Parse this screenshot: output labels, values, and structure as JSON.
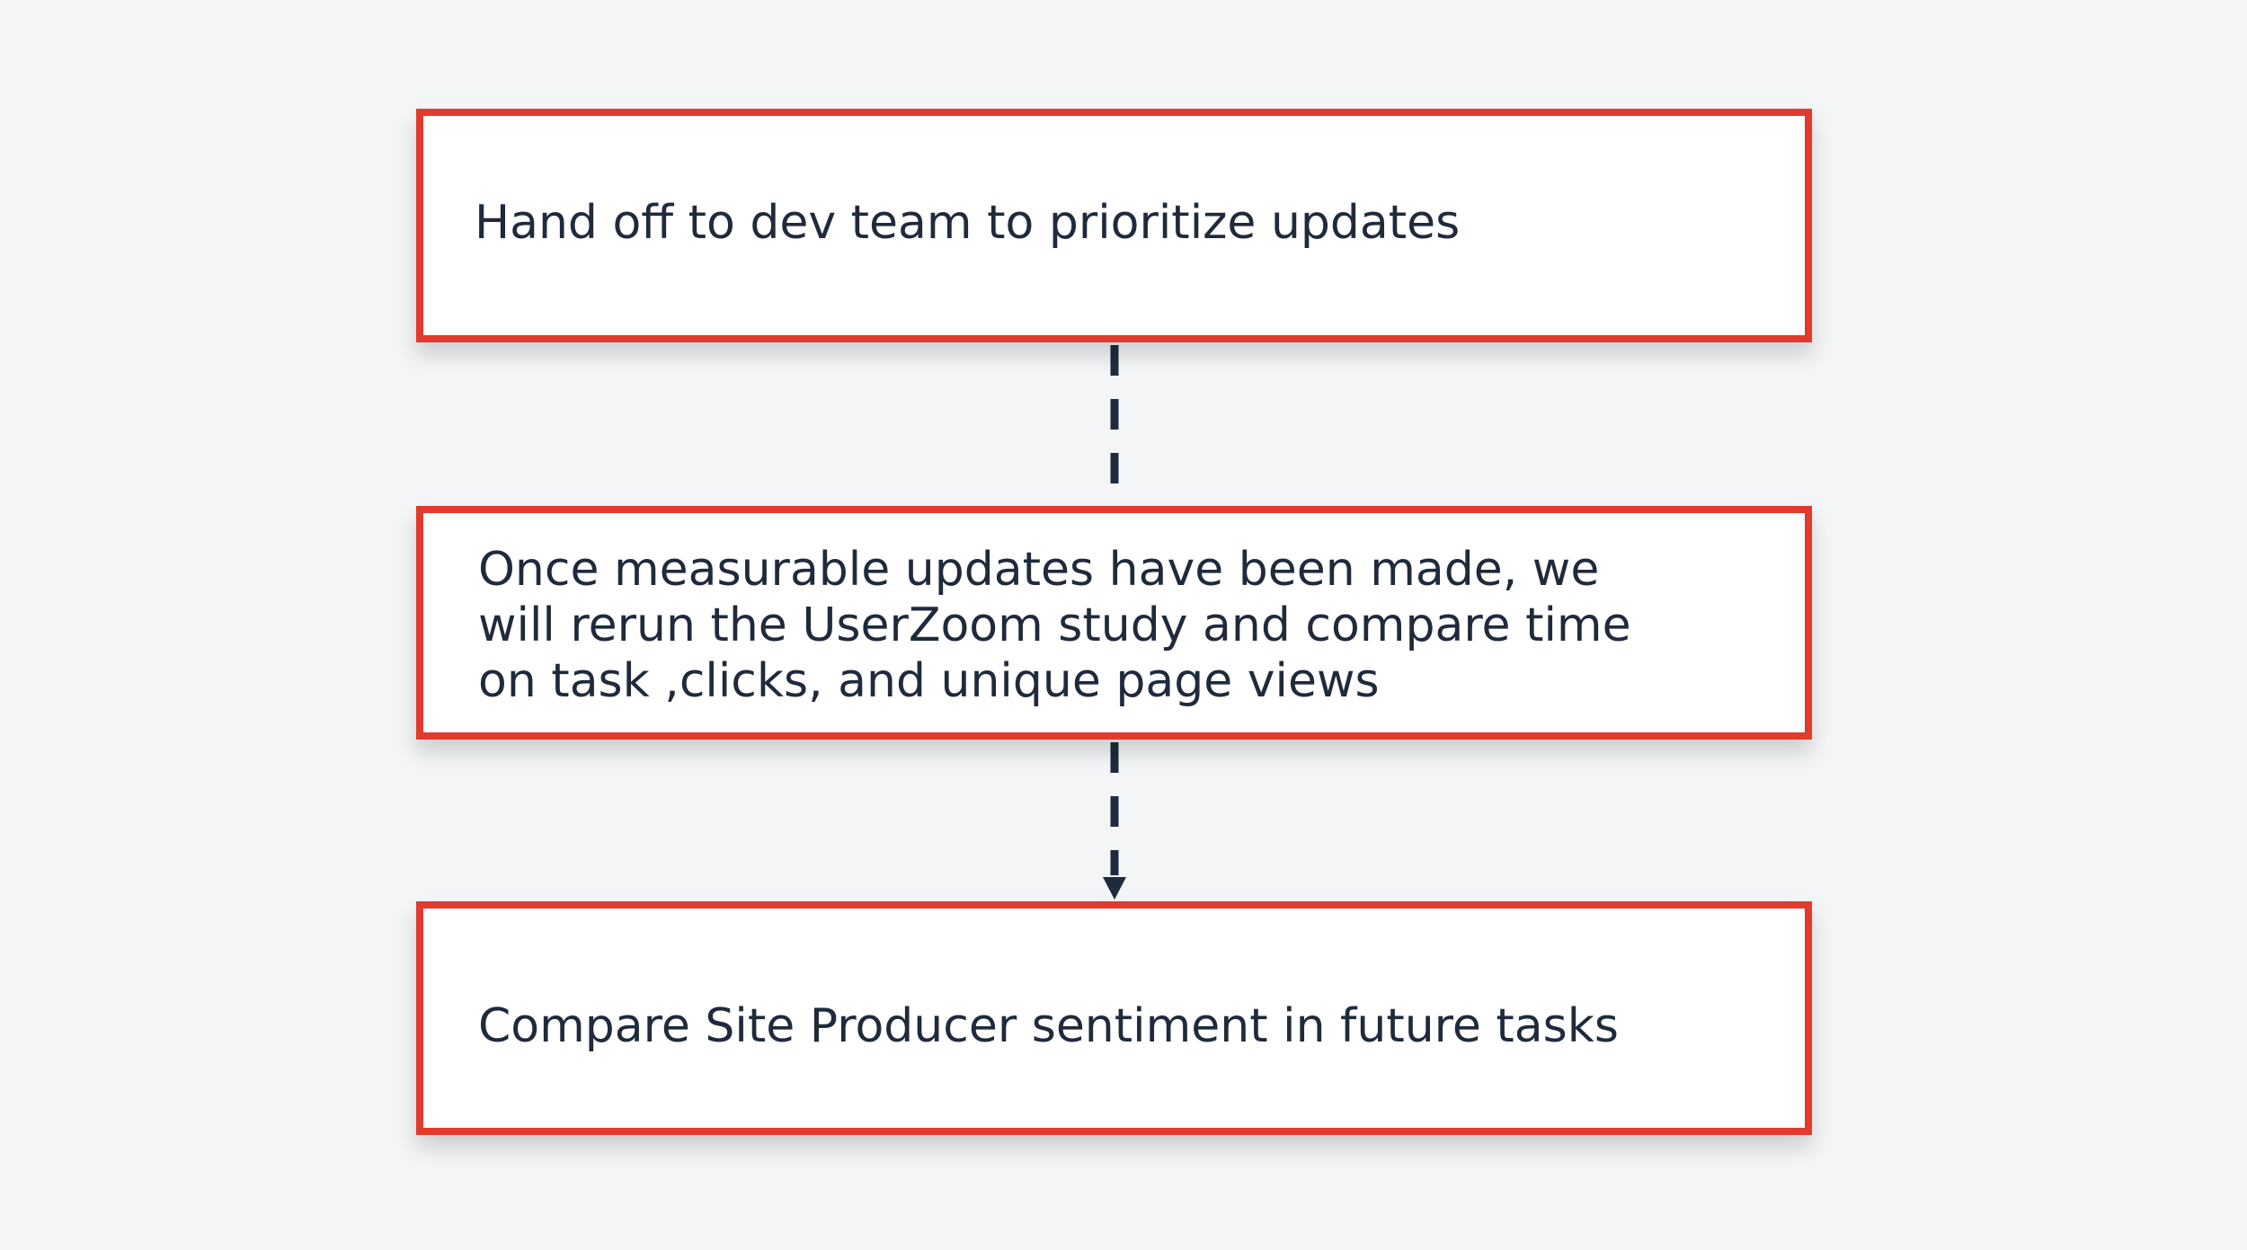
{
  "diagram": {
    "steps": [
      {
        "id": "step-1",
        "text": "Hand off to dev team to prioritize updates"
      },
      {
        "id": "step-2",
        "text": "Once measurable updates have been made, we\nwill rerun the UserZoom study and compare time\non task ,clicks, and unique page views"
      },
      {
        "id": "step-3",
        "text": "Compare Site Producer sentiment in future tasks"
      }
    ],
    "connectors": [
      {
        "from": "step-1",
        "to": "step-2",
        "style": "dashed",
        "arrow": false
      },
      {
        "from": "step-2",
        "to": "step-3",
        "style": "dashed",
        "arrow": true
      }
    ]
  },
  "colors": {
    "background": "#f4f5f7",
    "box_border": "#e23a2c",
    "box_fill": "#ffffff",
    "text": "#1f2a3c",
    "connector": "#1f2a3c"
  }
}
